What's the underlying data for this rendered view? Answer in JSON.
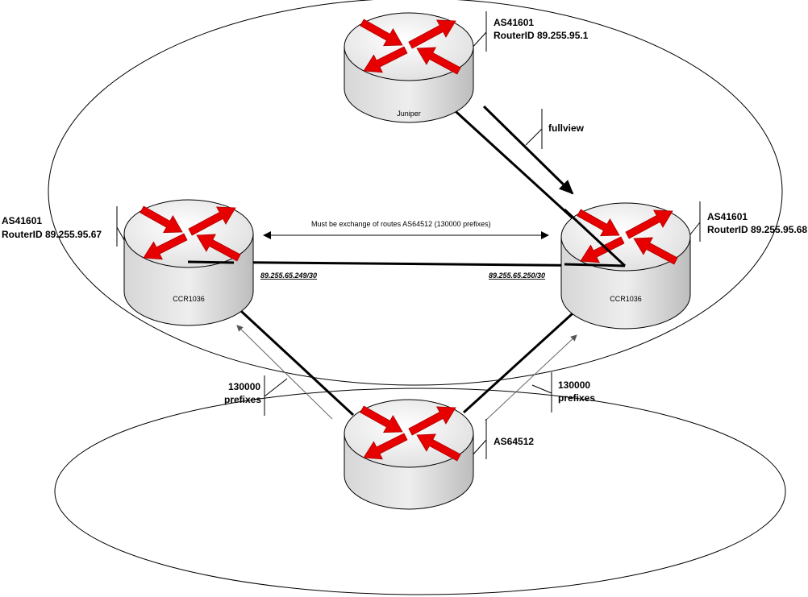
{
  "juniper": {
    "name": "Juniper",
    "as": "AS41601",
    "router_id": "RouterID 89.255.95.1"
  },
  "left_router": {
    "name": "CCR1036",
    "as": "AS41601",
    "router_id": "RouterID 89.255.95.67"
  },
  "right_router": {
    "name": "CCR1036",
    "as": "AS41601",
    "router_id": "RouterID 89.255.95.68"
  },
  "bottom_router": {
    "name": "",
    "as": "AS64512"
  },
  "links": {
    "fullview": "fullview",
    "exchange_note": "Must be exchange of routes  AS64512 (130000 prefixes)",
    "left_ip": "89.255.65.249/30",
    "right_ip": "89.255.65.250/30"
  },
  "prefixes_left": {
    "line1": "130000",
    "line2": "prefixes"
  },
  "prefixes_right": {
    "line1": "130000",
    "line2": "prefixes"
  },
  "colors": {
    "arrow_red": "#e60000",
    "cylinder_top": "#f2f2f2",
    "cylinder_side": "#c8c8c8"
  }
}
